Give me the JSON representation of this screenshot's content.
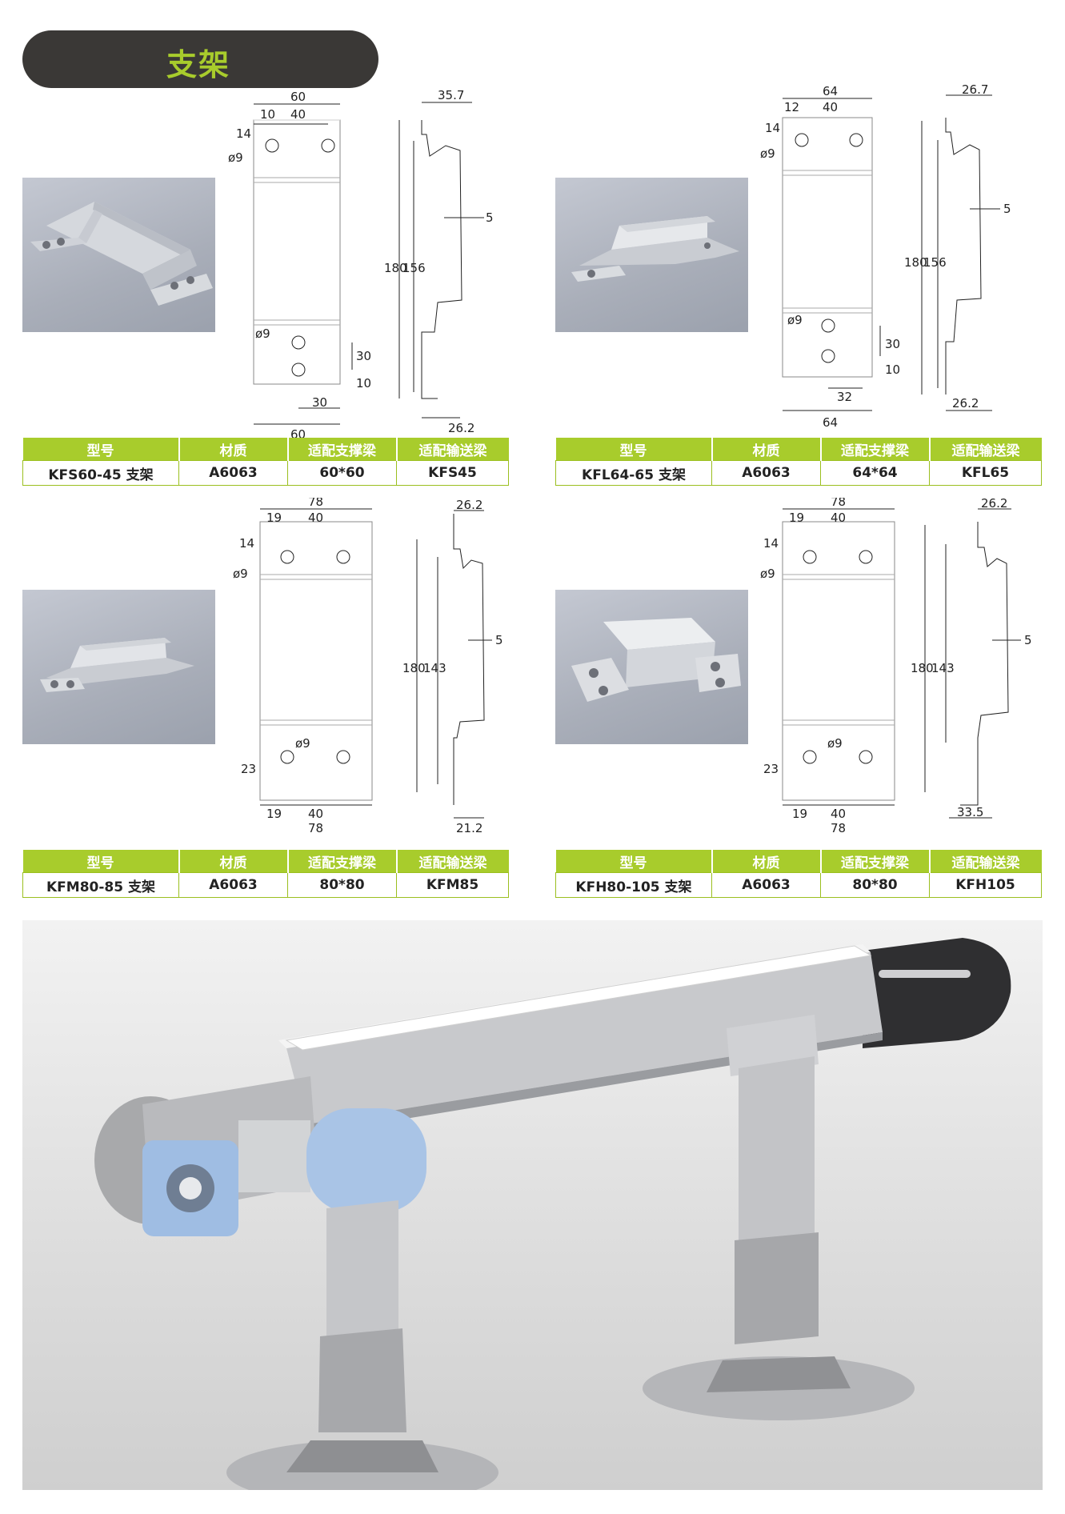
{
  "header": {
    "title": "支架"
  },
  "table_headers": {
    "model": "型号",
    "material": "材质",
    "support_beam": "适配支撑梁",
    "conveyor_beam": "适配输送梁"
  },
  "products": [
    {
      "model": "KFS60-45 支架",
      "material": "A6063",
      "support_beam": "60*60",
      "conveyor_beam": "KFS45",
      "dims": {
        "top_width": "60",
        "hole_offset": "10",
        "hole_pitch": "40",
        "hole_row": "14",
        "hole_dia": "ø9",
        "bottom_width": "60",
        "bottom_pitch": "30",
        "bottom_gap": "30",
        "bottom_small": "10",
        "height": "180",
        "inner_height": "156",
        "side_top": "35.7",
        "side_bottom": "26.2",
        "side_offset": "5"
      }
    },
    {
      "model": "KFL64-65 支架",
      "material": "A6063",
      "support_beam": "64*64",
      "conveyor_beam": "KFL65",
      "dims": {
        "top_width": "64",
        "hole_offset": "12",
        "hole_pitch": "40",
        "hole_row": "14",
        "hole_dia": "ø9",
        "bottom_width": "64",
        "bottom_pitch": "32",
        "bottom_gap": "30",
        "bottom_small": "10",
        "height": "180",
        "inner_height": "156",
        "side_top": "26.7",
        "side_bottom": "26.2",
        "side_offset": "5"
      }
    },
    {
      "model": "KFM80-85 支架",
      "material": "A6063",
      "support_beam": "80*80",
      "conveyor_beam": "KFM85",
      "dims": {
        "top_width": "78",
        "hole_offset": "19",
        "hole_pitch": "40",
        "hole_row": "14",
        "hole_dia": "ø9",
        "bottom_width": "78",
        "bottom_offset": "19",
        "bottom_pitch": "40",
        "bottom_row": "23",
        "height": "180",
        "inner_height": "143",
        "side_top": "26.2",
        "side_bottom": "21.2",
        "side_offset": "5"
      }
    },
    {
      "model": "KFH80-105 支架",
      "material": "A6063",
      "support_beam": "80*80",
      "conveyor_beam": "KFH105",
      "dims": {
        "top_width": "78",
        "hole_offset": "19",
        "hole_pitch": "40",
        "hole_row": "14",
        "hole_dia": "ø9",
        "bottom_width": "78",
        "bottom_offset": "19",
        "bottom_pitch": "40",
        "bottom_row": "23",
        "height": "180",
        "inner_height": "143",
        "side_top": "26.2",
        "side_bottom": "33.5",
        "side_offset": "5"
      }
    }
  ],
  "colors": {
    "accent": "#a8cc2c",
    "header_pill": "#3a3836",
    "photo_bg": "#aeb3be"
  }
}
